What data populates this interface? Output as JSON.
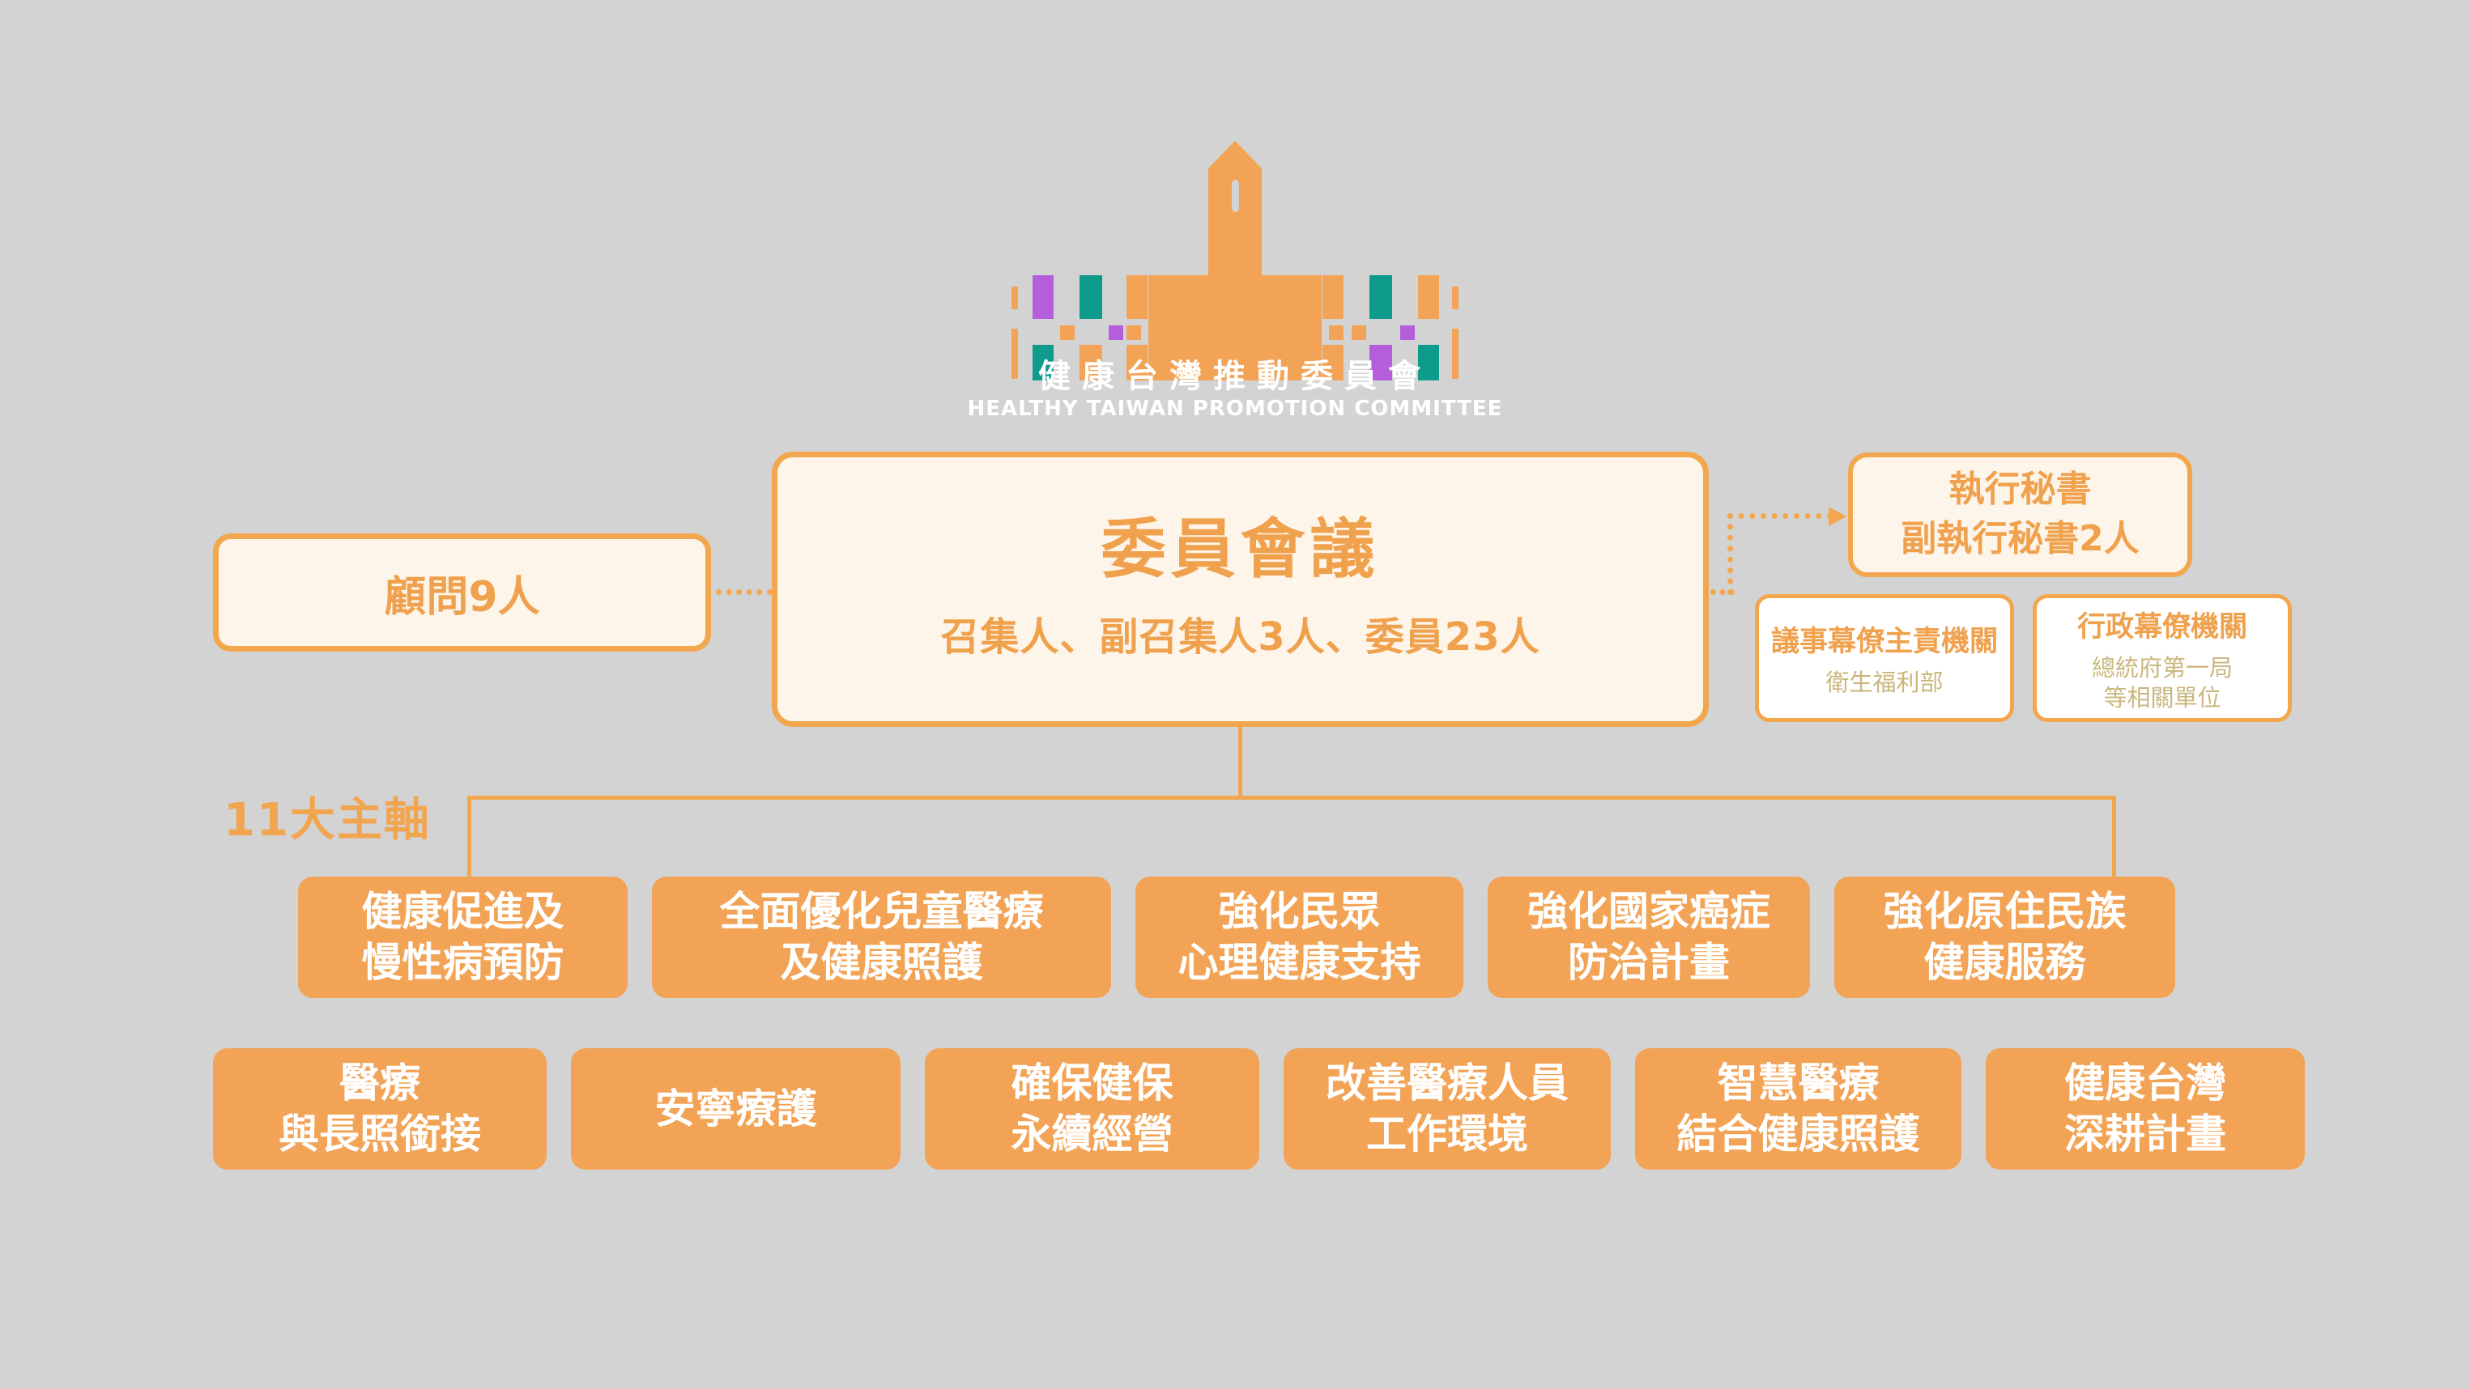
{
  "page": {
    "background": "#D3D3D3",
    "palette": {
      "orange": "#F2A54F",
      "cream_fill": "#FDF5E9",
      "white": "#FFFFFF",
      "tan_subtitle": "#CBB77D",
      "logo_teal": "#0F9B8B",
      "logo_purple": "#B55EDC"
    }
  },
  "logo": {
    "title_zh": "健康台灣推動委員會",
    "title_en": "HEALTHY TAIWAN PROMOTION COMMITTEE"
  },
  "org": {
    "advisor": {
      "label": "顧問9人"
    },
    "committee": {
      "title": "委員會議",
      "subtitle": "召集人、副召集人3人、委員23人"
    },
    "secretary": {
      "label": "執行秘書\n副執行秘書2人"
    },
    "staff_units": [
      {
        "title": "議事幕僚主責機關",
        "subtitle": "衛生福利部"
      },
      {
        "title": "行政幕僚機關",
        "subtitle": "總統府第一局\n等相關單位"
      }
    ],
    "axes": {
      "label": "11大主軸",
      "row1": [
        "健康促進及\n慢性病預防",
        "全面優化兒童醫療\n及健康照護",
        "強化民眾\n心理健康支持",
        "強化國家癌症\n防治計畫",
        "強化原住民族\n健康服務"
      ],
      "row2": [
        "醫療\n與長照銜接",
        "安寧療護",
        "確保健保\n永續經營",
        "改善醫療人員\n工作環境",
        "智慧醫療\n結合健康照護",
        "健康台灣\n深耕計畫"
      ]
    }
  }
}
